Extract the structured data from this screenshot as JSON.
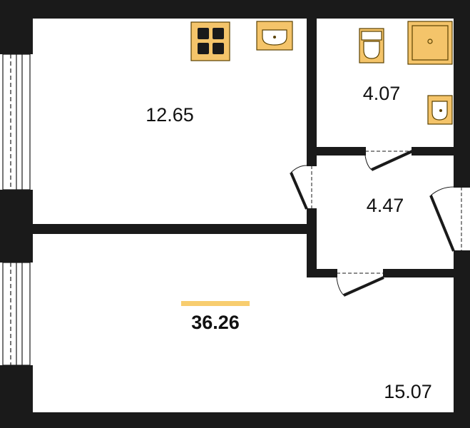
{
  "rooms": {
    "kitchen_area": "12.65",
    "bathroom_area": "4.07",
    "hallway_area": "4.47",
    "living_area": "15.07"
  },
  "total_area": "36.26",
  "colors": {
    "wall": "#1a1a1a",
    "fixture_fill": "#f4c46a",
    "fixture_stroke": "#5a4100",
    "accent_bar": "#f8cd6f",
    "floor": "#ffffff"
  },
  "icons": [
    "stove-icon",
    "kitchen-sink-icon",
    "toilet-icon",
    "shower-icon",
    "washbasin-icon",
    "window-icon",
    "door-icon"
  ]
}
